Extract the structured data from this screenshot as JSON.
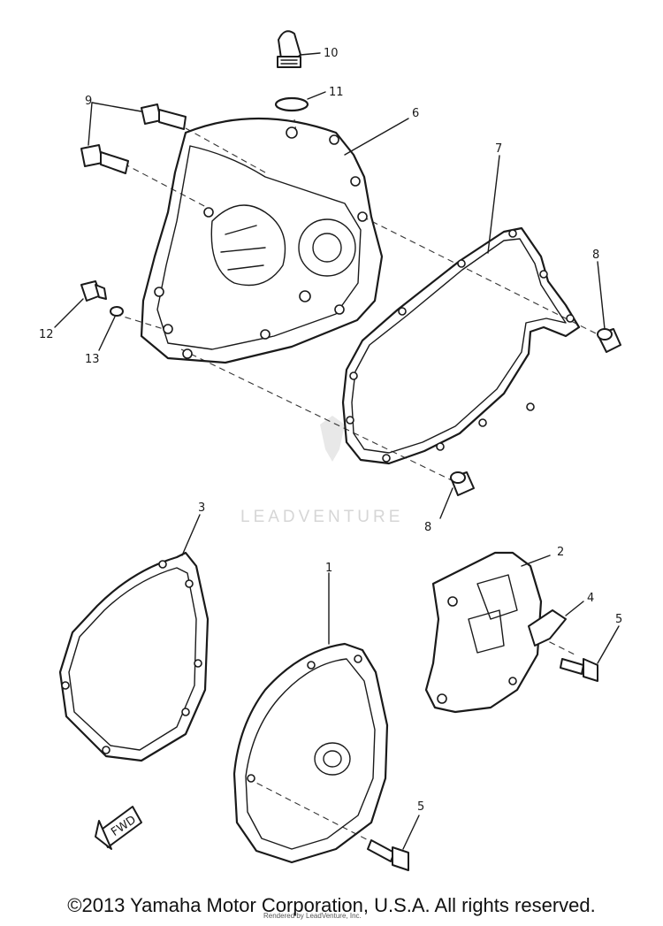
{
  "diagram": {
    "callouts": [
      {
        "id": "c1",
        "label": "1"
      },
      {
        "id": "c2",
        "label": "2"
      },
      {
        "id": "c3",
        "label": "3"
      },
      {
        "id": "c4",
        "label": "4"
      },
      {
        "id": "c5a",
        "label": "5"
      },
      {
        "id": "c5b",
        "label": "5"
      },
      {
        "id": "c6",
        "label": "6"
      },
      {
        "id": "c7",
        "label": "7"
      },
      {
        "id": "c8a",
        "label": "8"
      },
      {
        "id": "c8b",
        "label": "8"
      },
      {
        "id": "c9",
        "label": "9"
      },
      {
        "id": "c10",
        "label": "10"
      },
      {
        "id": "c11",
        "label": "11"
      },
      {
        "id": "c12",
        "label": "12"
      },
      {
        "id": "c13",
        "label": "13"
      }
    ],
    "fwd_label": "FWD"
  },
  "watermark": {
    "text": "LEADVENTURE"
  },
  "footer": {
    "copyright": "©2013 Yamaha Motor Corporation, U.S.A. All rights reserved.",
    "credit": "Rendered by LeadVenture, Inc."
  }
}
